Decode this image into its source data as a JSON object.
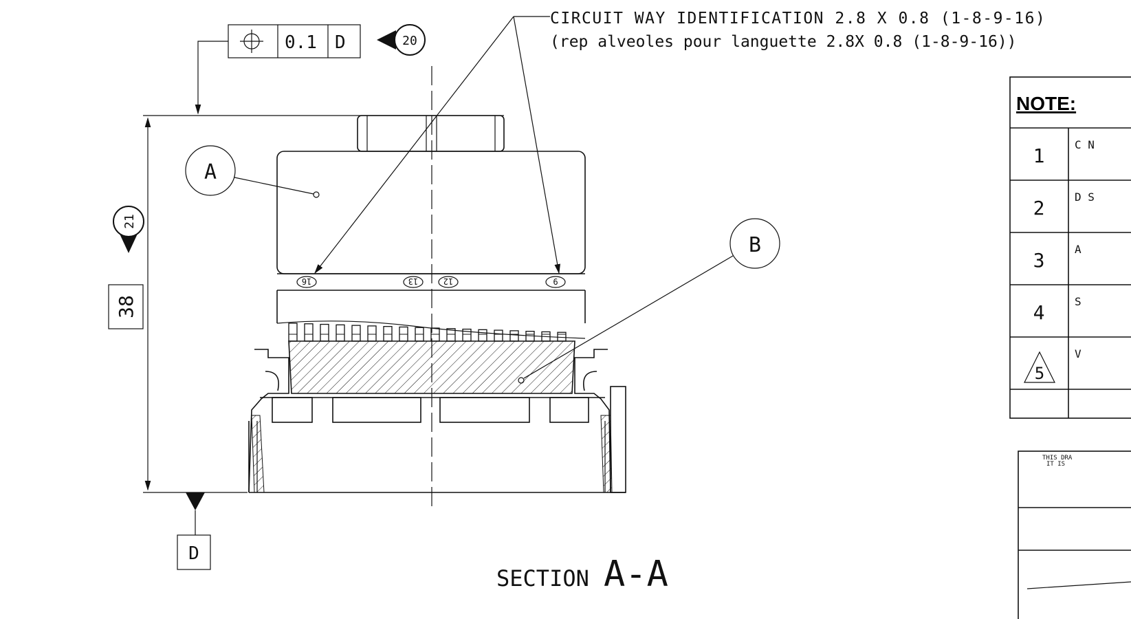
{
  "callout": {
    "line1": "CIRCUIT WAY IDENTIFICATION 2.8 X 0.8 (1-8-9-16)",
    "line2": "(rep alveoles pour languette 2.8X 0.8 (1-8-9-16))"
  },
  "tolerance_frame": {
    "symbol": "⌖",
    "value": "0.1",
    "datum": "D"
  },
  "flags": {
    "top": "20",
    "side": "21"
  },
  "balloons": {
    "a": "A",
    "b": "B"
  },
  "dimension": "38",
  "datum": "D",
  "section": {
    "prefix": "SECTION",
    "name": "A-A"
  },
  "cavity_labels": [
    "16",
    "13",
    "12",
    "9"
  ],
  "notes": {
    "heading": "NOTE:",
    "rows": [
      "1",
      "2",
      "3",
      "4",
      "5"
    ],
    "row_letters": [
      "C\nN",
      "D\nS",
      "A",
      "S",
      "V"
    ]
  },
  "title_block": {
    "text_line1": "THIS DRA",
    "text_line2": "IT IS"
  }
}
